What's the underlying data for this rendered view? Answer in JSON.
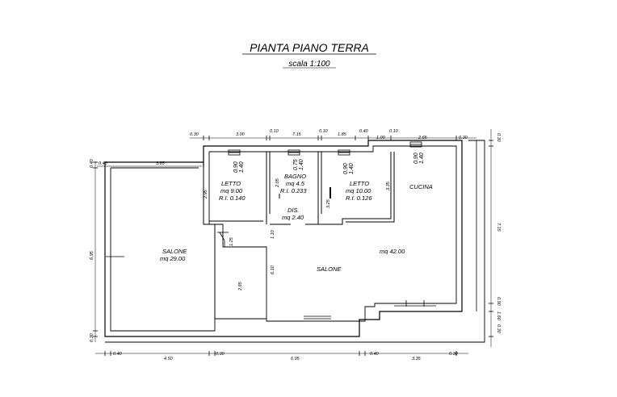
{
  "title": "PIANTA PIANO TERRA",
  "scale": "scala 1:100",
  "rooms": {
    "letto1": {
      "name": "LETTO",
      "area": "mq 9.00",
      "ri": "R.I. 0.140"
    },
    "bagno": {
      "name": "BAGNO",
      "area": "mq 4.5",
      "ri": "R.I. 0.233"
    },
    "letto2": {
      "name": "LETTO",
      "area": "mq 10.00",
      "ri": "R.I. 0.126"
    },
    "cucina": {
      "name": "CUCINA"
    },
    "dis": {
      "name": "DIS.",
      "area": "mq 2.40"
    },
    "salone_left": {
      "name": "SALONE",
      "area": "mq 29.00"
    },
    "salone_center": {
      "name": "SALONE"
    },
    "salone_area": "mq 42.00"
  },
  "windows": {
    "w1": {
      "width": "0.90",
      "height": "1.40"
    },
    "w2": {
      "width": "0.75",
      "height": "1.40"
    },
    "w3": {
      "width": "0.90",
      "height": "1.40"
    },
    "w4": {
      "width": "0.90",
      "height": "1.40"
    }
  },
  "dims_top": [
    "0.30",
    "3.00",
    "0.10",
    "7.15",
    "0.10",
    "1.85",
    "0.40",
    "0.10",
    "1.00",
    "2.65",
    "0.30"
  ],
  "dims_upper_left": [
    "0.40",
    "3.85"
  ],
  "dims_bottom": [
    "0.40",
    "4.50",
    "0.30",
    "6.95",
    "0.40",
    "3.35",
    "0.30"
  ],
  "dims_left": [
    "0.40",
    "6.95",
    "0.30"
  ],
  "dims_right": [
    "0.30",
    "7.15",
    "0.90",
    "1.60",
    "0.30"
  ],
  "dims_inner": [
    "2.95",
    "2.05",
    "3.25",
    "3.35",
    "1.25",
    "2.85",
    "6.10",
    "1.10"
  ]
}
